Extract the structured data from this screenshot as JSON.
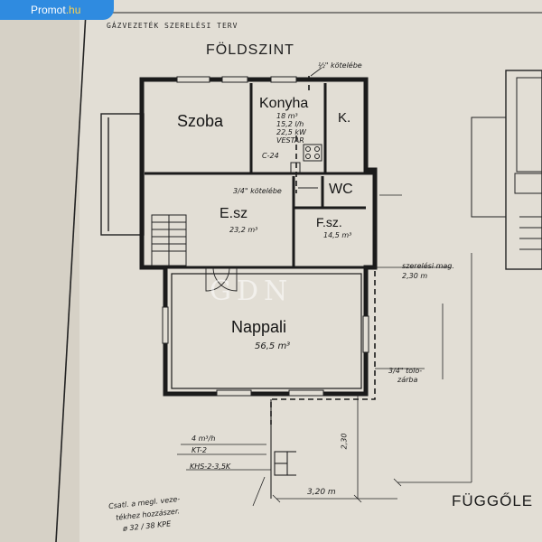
{
  "site": {
    "brand": "Promot",
    "tld": ".hu"
  },
  "plan": {
    "header": "GÁZVEZETÉK SZERELÉSI TERV",
    "floor": "FÖLDSZINT",
    "side_view": "FÜGGŐLE"
  },
  "rooms": {
    "szoba": "Szoba",
    "konyha": "Konyha",
    "k": "K.",
    "wc": "WC",
    "esz": "E.sz",
    "fsz": "F.sz.",
    "nappali": "Nappali"
  },
  "annotations": {
    "top_pipe": "½\" kötelébe",
    "konyha_vol": "18 m³",
    "konyha_a": "15,2 l/h",
    "konyha_b": "22,5 kW",
    "konyha_c": "VESTAR",
    "c24": "C-24",
    "kozep_pipe": "3/4\" kötelébe",
    "esz_vol": "23,2 m³",
    "fsz_vol": "14,5 m³",
    "nappali_vol": "56,5 m³",
    "magassag_a": "szerelési mag.",
    "magassag_b": "2,30 m",
    "tolo_a": "3/4\" tolo-",
    "tolo_b": "zárba",
    "meter_a": "4 m³/h",
    "meter_b": "KT-2",
    "meter_c": "KHS-2-3,5K",
    "vertical": "2,30",
    "dim": "3,20 m",
    "note_a": "Csatl. a megl. veze-",
    "note_b": "tékhez hozzászer.",
    "note_c": "ø 32 / 38 KPE"
  },
  "watermark": "GDN"
}
